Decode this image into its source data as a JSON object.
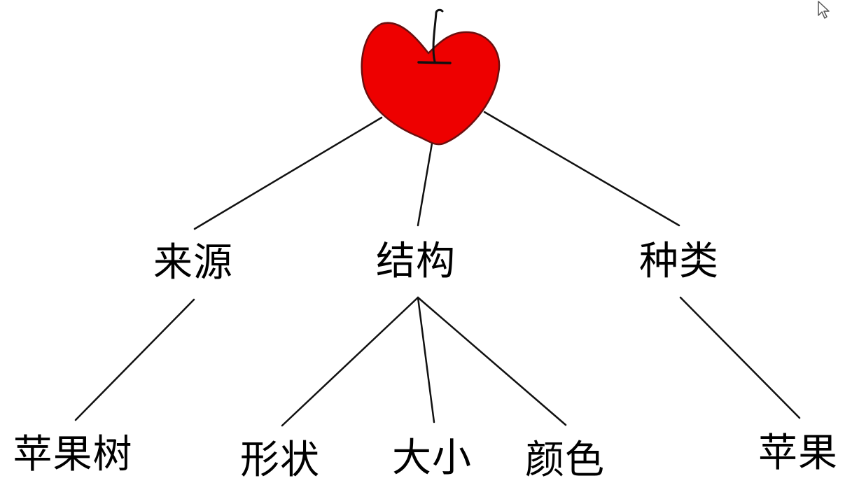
{
  "root": {
    "icon": "apple-icon",
    "color": "#ee0000",
    "outline": "#6b0f0f"
  },
  "nodes": {
    "source": "来源",
    "structure": "结构",
    "type": "种类",
    "apple_tree": "苹果树",
    "shape": "形状",
    "size": "大小",
    "color": "颜色",
    "apple": "苹果"
  }
}
